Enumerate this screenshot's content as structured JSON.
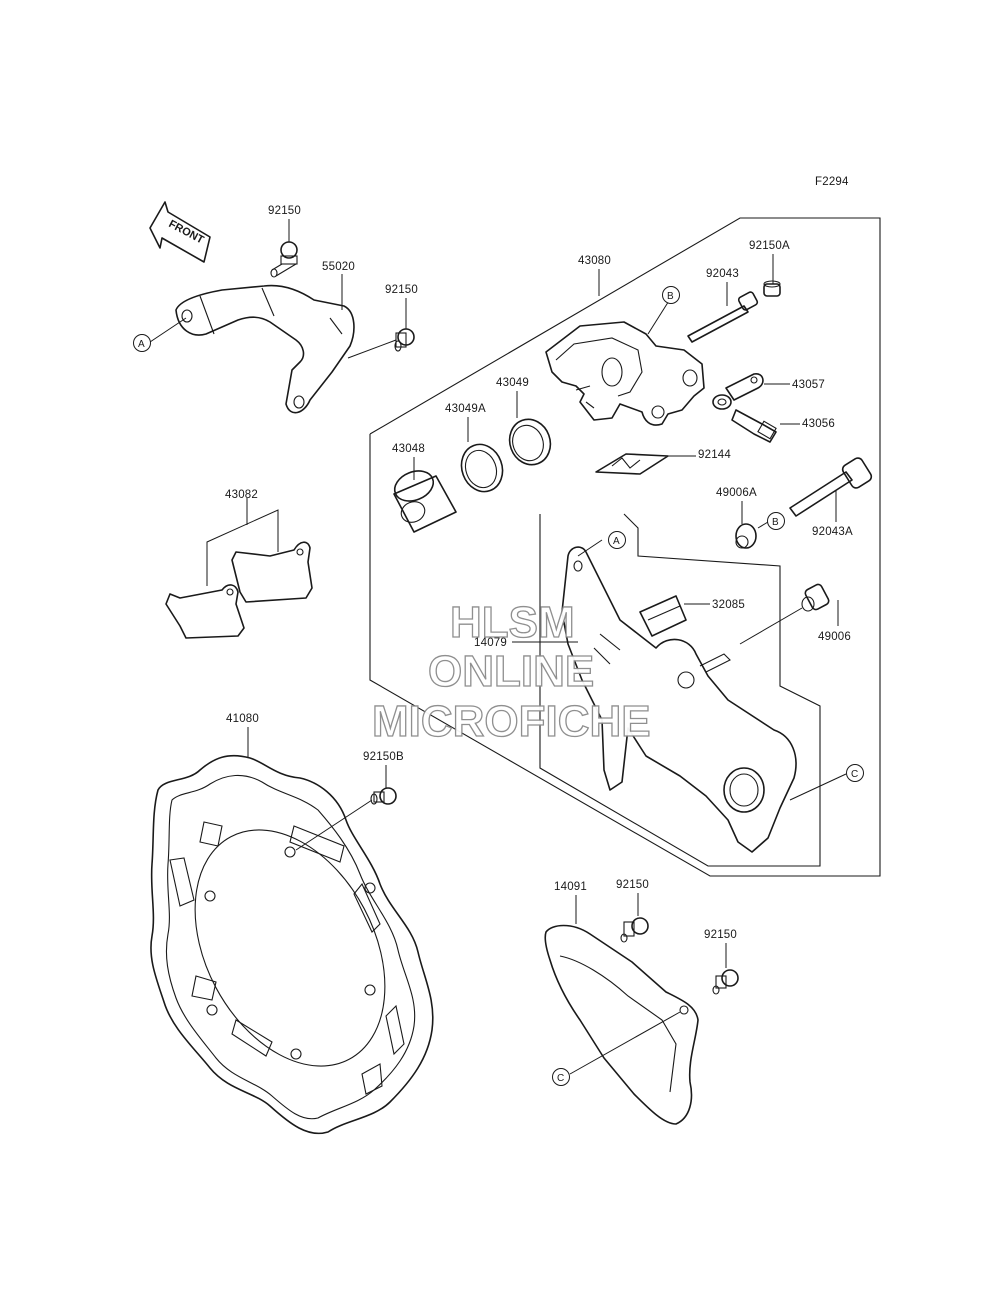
{
  "diagram": {
    "figure_code": "F2294",
    "front_label": "FRONT",
    "watermark": {
      "line1": "HLSM",
      "line2": "ONLINE",
      "line3": "MICROFICHE"
    },
    "parts": [
      {
        "number": "92150",
        "group": "bracket_bolt_top"
      },
      {
        "number": "55020",
        "group": "bracket"
      },
      {
        "number": "92150",
        "group": "bracket_bolt_side"
      },
      {
        "number": "43082",
        "group": "brake_pads"
      },
      {
        "number": "43080",
        "group": "caliper"
      },
      {
        "number": "92150A",
        "group": "bleeder_cap"
      },
      {
        "number": "92043",
        "group": "pin"
      },
      {
        "number": "43057",
        "group": "bleeder_plate"
      },
      {
        "number": "43056",
        "group": "bleeder_valve"
      },
      {
        "number": "43049",
        "group": "seal"
      },
      {
        "number": "43049A",
        "group": "dust_seal"
      },
      {
        "number": "43048",
        "group": "piston"
      },
      {
        "number": "92144",
        "group": "spring"
      },
      {
        "number": "49006A",
        "group": "boot"
      },
      {
        "number": "92043A",
        "group": "pin_long"
      },
      {
        "number": "32085",
        "group": "pad_spring"
      },
      {
        "number": "14079",
        "group": "caliper_holder"
      },
      {
        "number": "49006",
        "group": "boot_b"
      },
      {
        "number": "41080",
        "group": "disc"
      },
      {
        "number": "92150B",
        "group": "disc_bolt"
      },
      {
        "number": "14091",
        "group": "disc_guard"
      },
      {
        "number": "92150",
        "group": "guard_bolt_1"
      },
      {
        "number": "92150",
        "group": "guard_bolt_2"
      }
    ],
    "reference_markers": [
      "A",
      "A",
      "B",
      "B",
      "C",
      "C"
    ]
  }
}
